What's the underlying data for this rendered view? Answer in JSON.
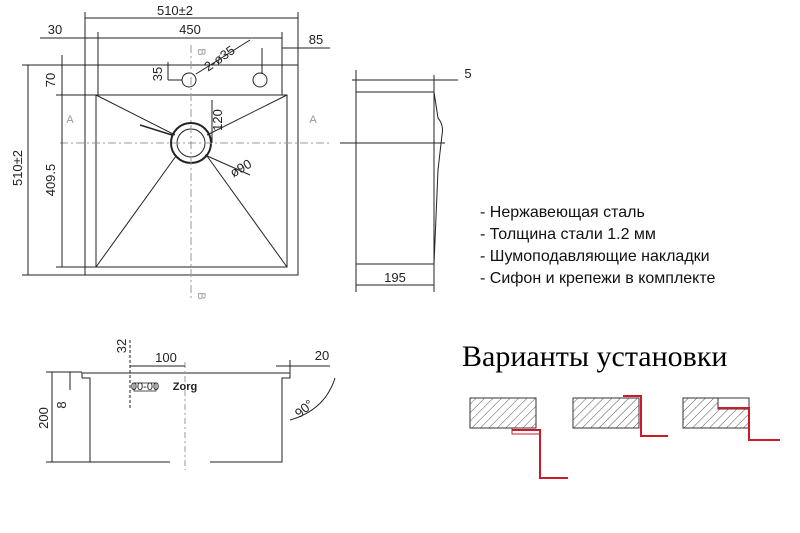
{
  "top_view": {
    "width_total": "510±2",
    "width_inner": "450",
    "offset_left": "30",
    "offset_right": "85",
    "height_total": "510±2",
    "height_inner": "409.5",
    "offset_top": "70",
    "hole_offset": "35",
    "holes": "2-ø35",
    "drain_offset": "120",
    "drain_diameter": "ø90",
    "section_a": "A",
    "section_b": "B"
  },
  "side_view": {
    "lip": "5",
    "depth": "195"
  },
  "specs": [
    "- Нержавеющая сталь",
    "- Толщина стали 1.2 мм",
    "- Шумоподавляющие накладки",
    "- Сифон и крепежи в комплекте"
  ],
  "front_view": {
    "height": "200",
    "rim": "8",
    "drain_depth": "32",
    "label_spacing": "100",
    "corner": "20",
    "angle": "90°",
    "logo_text": "Zorg",
    "marking": "00-00"
  },
  "installation": {
    "title": "Варианты установки"
  },
  "colors": {
    "line": "#222222",
    "red": "#cc1a2a"
  }
}
